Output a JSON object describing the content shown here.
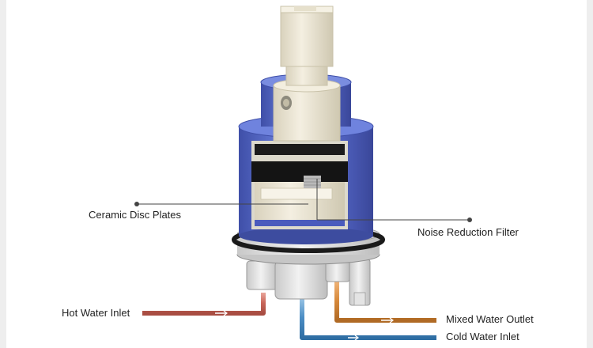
{
  "labels": {
    "ceramic": "Ceramic Disc Plates",
    "noise": "Noise Reduction Filter",
    "hot": "Hot Water Inlet",
    "mixed": "Mixed Water Outlet",
    "cold": "Cold Water Inlet"
  },
  "colors": {
    "background": "#ffffff",
    "body_blue": "#5a6fcf",
    "body_blue_dark": "#3f4fa8",
    "cream": "#efeadb",
    "hot_pipe": "#c8665a",
    "mixed_pipe": "#d6883a",
    "cold_pipe": "#4b8dc4",
    "leader": "#444444"
  }
}
